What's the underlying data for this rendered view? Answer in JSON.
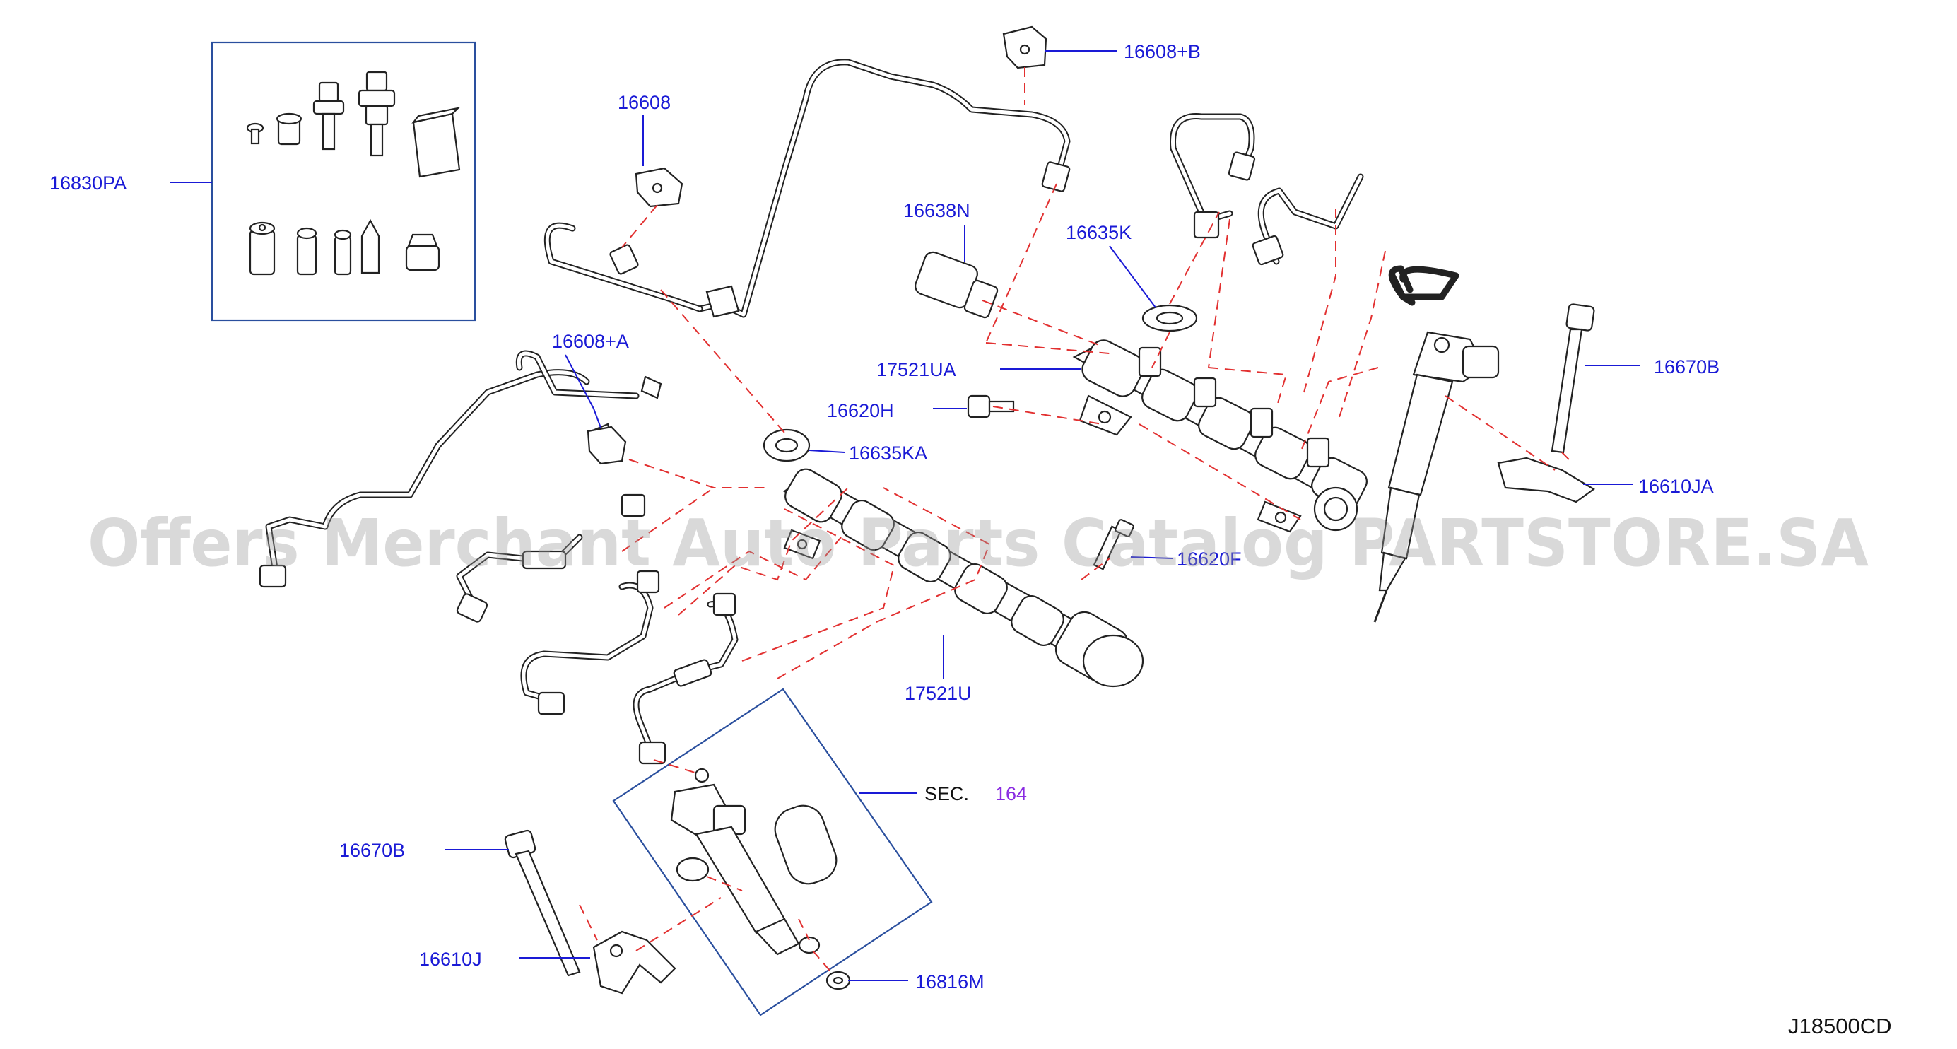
{
  "labels": {
    "l16608b": "16608+B",
    "l16608": "16608",
    "l16830pa": "16830PA",
    "l16638n": "16638N",
    "l16635k": "16635K",
    "l16608a": "16608+A",
    "l17521ua": "17521UA",
    "l16670b_top": "16670B",
    "l16620h": "16620H",
    "l16635ka": "16635KA",
    "l16610ja": "16610JA",
    "l16620f": "16620F",
    "l17521u": "17521U",
    "l_sec": "SEC.",
    "l_sec_num": "164",
    "l16670b_bottom": "16670B",
    "l16610j": "16610J",
    "l16816m": "16816M"
  },
  "diagram_code": "J18500CD",
  "watermark": "Offers Merchant Auto Parts Catalog PARTSTORE.SA",
  "colors": {
    "label_blue": "#1a1ad6",
    "leader_red_dashed": "#e23030",
    "box_blue": "#2a4f9e",
    "sec_ref_purple": "#8a2be2"
  }
}
